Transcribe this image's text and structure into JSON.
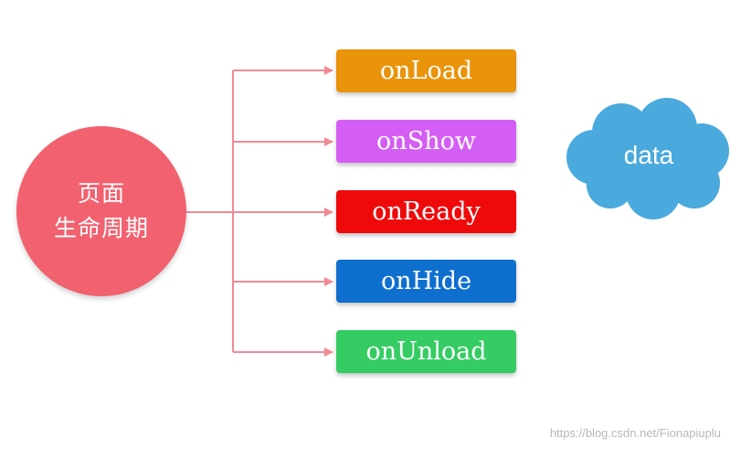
{
  "center": {
    "line1": "页面",
    "line2": "生命周期",
    "color": "#f2616f"
  },
  "lifecycle": [
    {
      "label": "onLoad",
      "color": "#e9940b"
    },
    {
      "label": "onShow",
      "color": "#d45ef4"
    },
    {
      "label": "onReady",
      "color": "#ee0a0b"
    },
    {
      "label": "onHide",
      "color": "#0f6fcf"
    },
    {
      "label": "onUnload",
      "color": "#35cc63"
    }
  ],
  "cloud": {
    "label": "data",
    "color": "#4aa9dd"
  },
  "connector_color": "#f28a96",
  "watermark": "https://blog.csdn.net/Fionapiuplu"
}
